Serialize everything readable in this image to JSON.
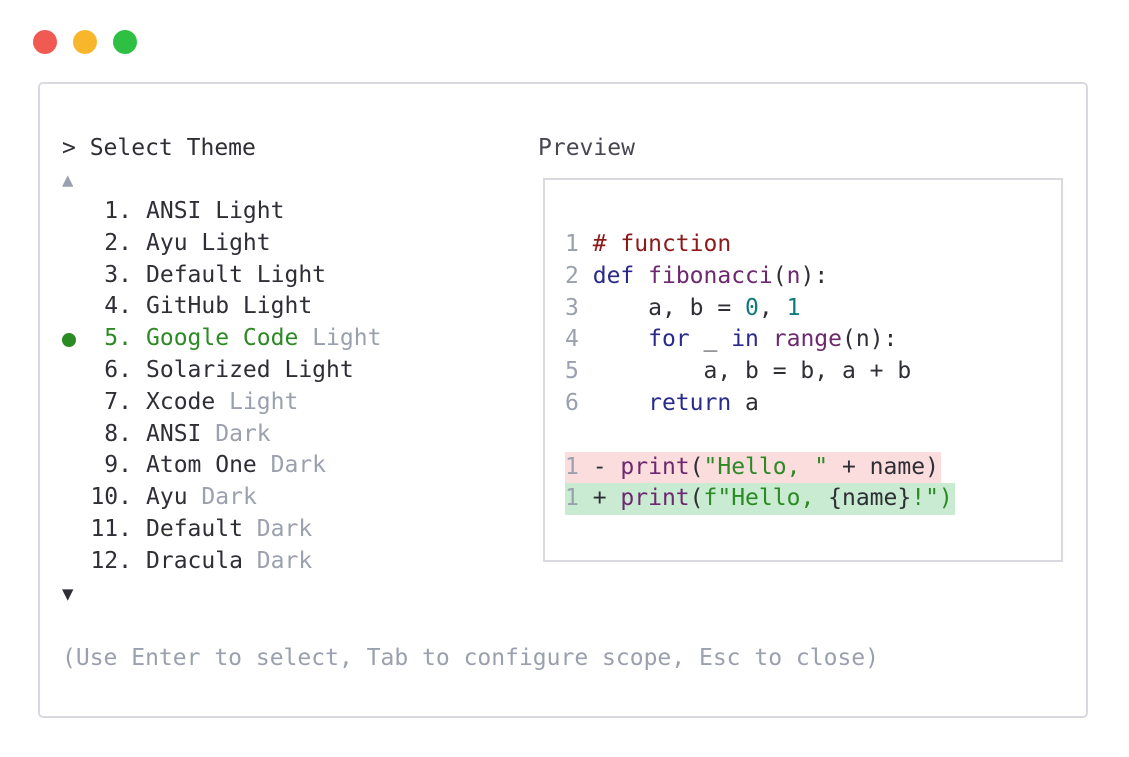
{
  "window": {
    "controls": [
      {
        "name": "close",
        "color": "#f05a52"
      },
      {
        "name": "minimize",
        "color": "#f8b62d"
      },
      {
        "name": "maximize",
        "color": "#2dc043"
      }
    ]
  },
  "selector": {
    "title": "> Select Theme",
    "scroll_up_icon": "▲",
    "scroll_down_icon": "▼",
    "items": [
      {
        "num": "1.",
        "name": "ANSI Light",
        "variant": ""
      },
      {
        "num": "2.",
        "name": "Ayu Light",
        "variant": ""
      },
      {
        "num": "3.",
        "name": "Default Light",
        "variant": ""
      },
      {
        "num": "4.",
        "name": "GitHub Light",
        "variant": ""
      },
      {
        "num": "5.",
        "name": "Google Code",
        "variant": "Light"
      },
      {
        "num": "6.",
        "name": "Solarized Light",
        "variant": ""
      },
      {
        "num": "7.",
        "name": "Xcode",
        "variant": "Light"
      },
      {
        "num": "8.",
        "name": "ANSI",
        "variant": "Dark"
      },
      {
        "num": "9.",
        "name": "Atom One",
        "variant": "Dark"
      },
      {
        "num": "10.",
        "name": "Ayu",
        "variant": "Dark"
      },
      {
        "num": "11.",
        "name": "Default",
        "variant": "Dark"
      },
      {
        "num": "12.",
        "name": "Dracula",
        "variant": "Dark"
      }
    ],
    "selected_index": 4,
    "selected_color": "#2b8a24"
  },
  "preview": {
    "label": "Preview",
    "code_lines": [
      {
        "ln": "1",
        "tokens": [
          {
            "t": " "
          },
          {
            "t": "# function",
            "c": "cmt"
          }
        ]
      },
      {
        "ln": "2",
        "tokens": [
          {
            "t": " "
          },
          {
            "t": "def",
            "c": "kw"
          },
          {
            "t": " "
          },
          {
            "t": "fibonacci",
            "c": "fn"
          },
          {
            "t": "("
          },
          {
            "t": "n",
            "c": "fn"
          },
          {
            "t": "):"
          }
        ]
      },
      {
        "ln": "3",
        "tokens": [
          {
            "t": "     a, b = "
          },
          {
            "t": "0",
            "c": "numc"
          },
          {
            "t": ", "
          },
          {
            "t": "1",
            "c": "numc"
          }
        ]
      },
      {
        "ln": "4",
        "tokens": [
          {
            "t": "     "
          },
          {
            "t": "for",
            "c": "kw"
          },
          {
            "t": " _ "
          },
          {
            "t": "in",
            "c": "kw"
          },
          {
            "t": " "
          },
          {
            "t": "range",
            "c": "fn"
          },
          {
            "t": "(n):"
          }
        ]
      },
      {
        "ln": "5",
        "tokens": [
          {
            "t": "         a, b = b, a + b"
          }
        ]
      },
      {
        "ln": "6",
        "tokens": [
          {
            "t": "     "
          },
          {
            "t": "return",
            "c": "kw"
          },
          {
            "t": " a"
          }
        ]
      }
    ],
    "diff_lines": [
      {
        "type": "removed",
        "ln": "1",
        "tokens": [
          {
            "t": " - "
          },
          {
            "t": "print",
            "c": "fn"
          },
          {
            "t": "("
          },
          {
            "t": "\"Hello, \"",
            "c": "str"
          },
          {
            "t": " + name)"
          }
        ]
      },
      {
        "type": "added",
        "ln": "1",
        "tokens": [
          {
            "t": " + "
          },
          {
            "t": "print",
            "c": "fn"
          },
          {
            "t": "("
          },
          {
            "t": "f\"Hello, ",
            "c": "str"
          },
          {
            "t": "{name}"
          },
          {
            "t": "!\")",
            "c": "str"
          }
        ]
      }
    ]
  },
  "hint": "(Use Enter to select, Tab to configure scope, Esc to close)"
}
